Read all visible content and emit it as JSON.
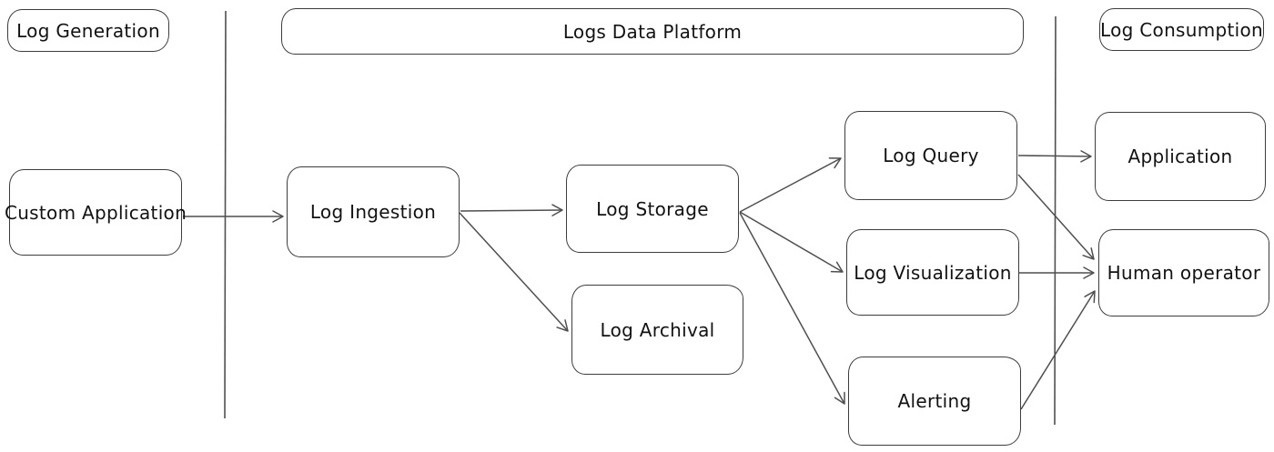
{
  "diagram": {
    "type": "flow-diagram",
    "style": "hand-drawn",
    "sections": {
      "log_generation": "Log Generation",
      "logs_data_platform": "Logs Data Platform",
      "log_consumption": "Log Consumption"
    },
    "nodes": {
      "custom_application": "Custom Application",
      "log_ingestion": "Log Ingestion",
      "log_storage": "Log Storage",
      "log_archival": "Log Archival",
      "log_query": "Log Query",
      "log_visualization": "Log Visualization",
      "alerting": "Alerting",
      "application": "Application",
      "human_operator": "Human operator"
    },
    "edges": [
      {
        "from": "Custom Application",
        "to": "Log Ingestion"
      },
      {
        "from": "Log Ingestion",
        "to": "Log Storage"
      },
      {
        "from": "Log Ingestion",
        "to": "Log Archival"
      },
      {
        "from": "Log Storage",
        "to": "Log Query"
      },
      {
        "from": "Log Storage",
        "to": "Log Visualization"
      },
      {
        "from": "Log Storage",
        "to": "Alerting"
      },
      {
        "from": "Log Query",
        "to": "Application"
      },
      {
        "from": "Log Query",
        "to": "Human operator"
      },
      {
        "from": "Log Visualization",
        "to": "Human operator"
      },
      {
        "from": "Alerting",
        "to": "Human operator"
      }
    ],
    "dividers": [
      {
        "between": "Log Generation | Logs Data Platform"
      },
      {
        "between": "Logs Data Platform | Log Consumption"
      }
    ],
    "colors": {
      "background": "#ffffff",
      "shape_stroke": "#3d3d3d",
      "arrow_stroke": "#4f4f4f",
      "text": "#121212"
    }
  }
}
